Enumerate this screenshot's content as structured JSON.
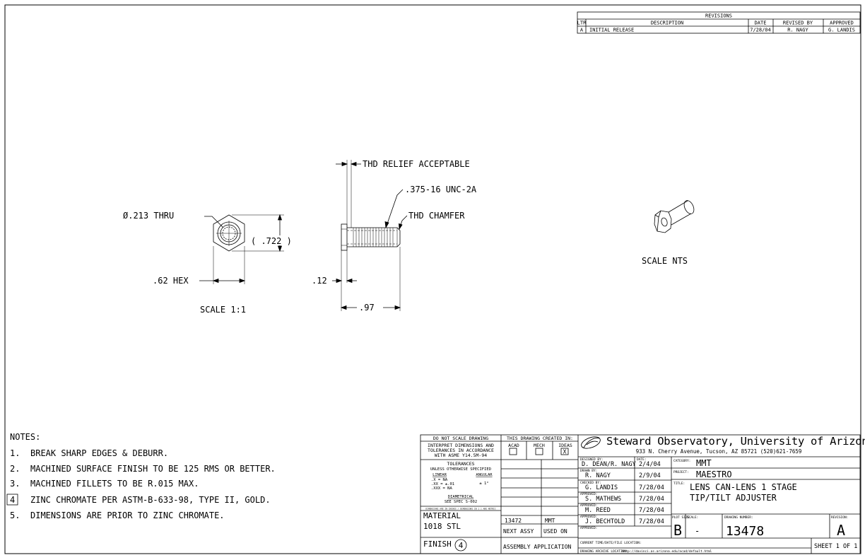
{
  "revisions": {
    "title": "REVISIONS",
    "headers": {
      "ltr": "LTR",
      "description": "DESCRIPTION",
      "date": "DATE",
      "revised_by": "REVISED BY",
      "approved": "APPROVED"
    },
    "rows": [
      {
        "ltr": "A",
        "description": "INITIAL RELEASE",
        "date": "7/28/04",
        "revised_by": "R. NAGY",
        "approved": "G. LANDIS"
      }
    ]
  },
  "callouts": {
    "thd_relief": "THD RELIEF ACCEPTABLE",
    "thread_spec": ".375-16 UNC-2A",
    "thd_chamfer": "THD CHAMFER",
    "thru_hole": "Ø.213 THRU",
    "across_corners": "( .722 )",
    "hex_size": ".62 HEX",
    "head_thickness": ".12",
    "overall_length": ".97",
    "scale_front": "SCALE 1:1",
    "scale_iso": "SCALE NTS"
  },
  "notes": {
    "heading": "NOTES:",
    "items": [
      {
        "num": "1.",
        "text": "BREAK SHARP EDGES & DEBURR."
      },
      {
        "num": "2.",
        "text": "MACHINED SURFACE FINISH TO BE 125 RMS OR BETTER."
      },
      {
        "num": "3.",
        "text": "MACHINED FILLETS TO BE R.015 MAX."
      },
      {
        "num": "4",
        "text": "ZINC CHROMATE PER ASTM-B-633-98, TYPE II, GOLD."
      },
      {
        "num": "5.",
        "text": "DIMENSIONS ARE PRIOR TO ZINC CHROMATE."
      }
    ]
  },
  "title_block": {
    "do_not_scale": "DO NOT SCALE DRAWING",
    "interpret": [
      "INTERPRET DIMENSIONS AND",
      "TOLERANCES IN ACCORDANCE",
      "WITH ASME Y14.5M-94"
    ],
    "tolerances_title": "TOLERANCES",
    "tolerances_sub": "UNLESS OTHERWISE SPECIFIED",
    "linear_label": "LINEAR",
    "angular_label": "ANGULAR",
    "tol_x": ".X   = NA",
    "tol_xx": ".XX  = ±.01",
    "tol_xxx": ".XXX = NA",
    "tol_angular": "± 1°",
    "diametrical_label": "DIAMETRICAL",
    "diametrical_spec": "SEE SPEC S-002",
    "dims_in_inches": "DIMENSIONS ARE IN INCHES / DIMENSIONS IN [ ] ARE METRIC",
    "material_label": "MATERIAL",
    "material_value": "1018 STL",
    "finish_label": "FINISH",
    "finish_note": "4",
    "created_in": "THIS DRAWING CREATED IN:",
    "cad_options": [
      "ACAD",
      "MECH",
      "IDEAS"
    ],
    "cad_checked": "X",
    "next_assy_value": "13472",
    "used_on_value": "MMT",
    "next_assy_label": "NEXT ASSY",
    "used_on_label": "USED ON",
    "assembly_application": "ASSEMBLY APPLICATION",
    "org_name": "Steward Observatory, University of Arizona",
    "org_address": "933 N. Cherry Avenue, Tucson, AZ 85721   (520)621-7659",
    "designed_by_label": "DESIGNED BY:",
    "designed_by": "D. DEAN/R. NAGY",
    "date_label": "DATE:",
    "designed_date": "2/4/04",
    "drawn_by_label": "DRAWN BY:",
    "drawn_by": "R. NAGY",
    "drawn_date": "2/9/04",
    "checked_by_label": "CHECKED BY:",
    "checked_by": "G. LANDIS",
    "checked_date": "7/28/04",
    "approvals": [
      {
        "label": "APPROVED:",
        "name": "S. MATHEWS",
        "date": "7/28/04"
      },
      {
        "label": "APPROVED:",
        "name": "M. REED",
        "date": "7/28/04"
      },
      {
        "label": "APPROVED:",
        "name": "J. BECHTOLD",
        "date": "7/28/04"
      },
      {
        "label": "APPROVED:",
        "name": "",
        "date": ""
      }
    ],
    "category_label": "CATEGORY:",
    "category": "MMT",
    "project_label": "PROJECT:",
    "project": "MAESTRO",
    "title_label": "TITLE:",
    "title_line1": "LENS CAN-LENS 1 STAGE",
    "title_line2": "TIP/TILT ADJUSTER",
    "plot_size_label": "PLOT SIZE",
    "plot_size": "B",
    "scale_label": "SCALE:",
    "scale_value": "-",
    "drawing_number_label": "DRAWING NUMBER:",
    "drawing_number": "13478",
    "revision_label": "REVISION:",
    "revision": "A",
    "current_time_label": "CURRENT TIME/DATE/FILE LOCATION:",
    "archive_label": "DRAWING ARCHIVE LOCATION:",
    "archive_url": "http://davinci.as.arizona.edu/acad/default.html",
    "sheet": "SHEET 1 OF 1"
  }
}
